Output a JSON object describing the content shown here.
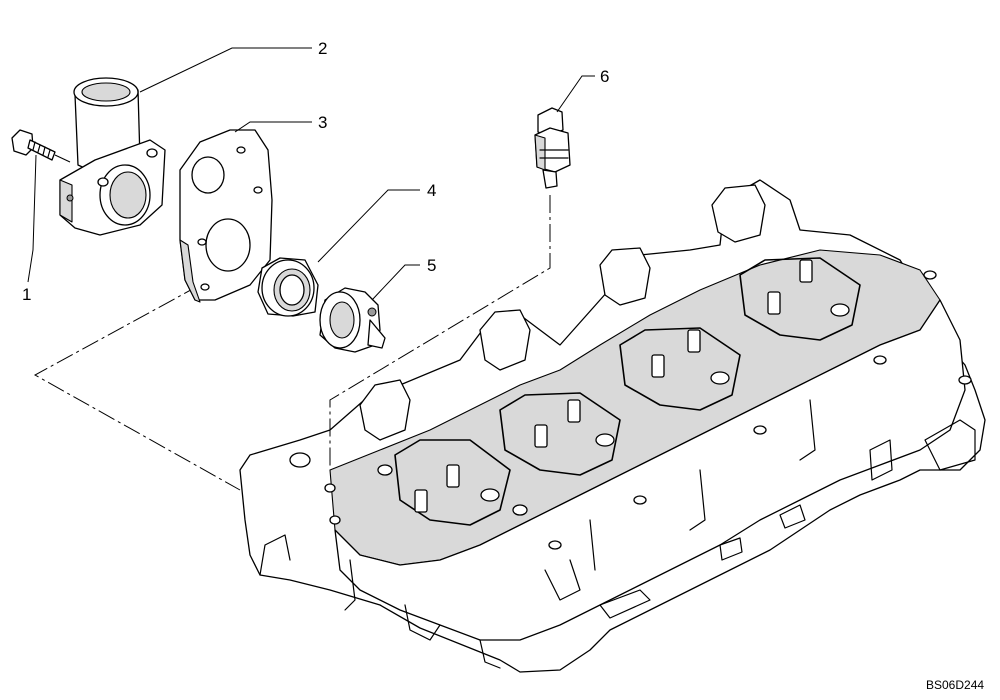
{
  "diagram": {
    "callouts": [
      {
        "id": "1",
        "label": "1"
      },
      {
        "id": "2",
        "label": "2"
      },
      {
        "id": "3",
        "label": "3"
      },
      {
        "id": "4",
        "label": "4"
      },
      {
        "id": "5",
        "label": "5"
      },
      {
        "id": "6",
        "label": "6"
      }
    ],
    "drawing_code": "BS06D244"
  }
}
